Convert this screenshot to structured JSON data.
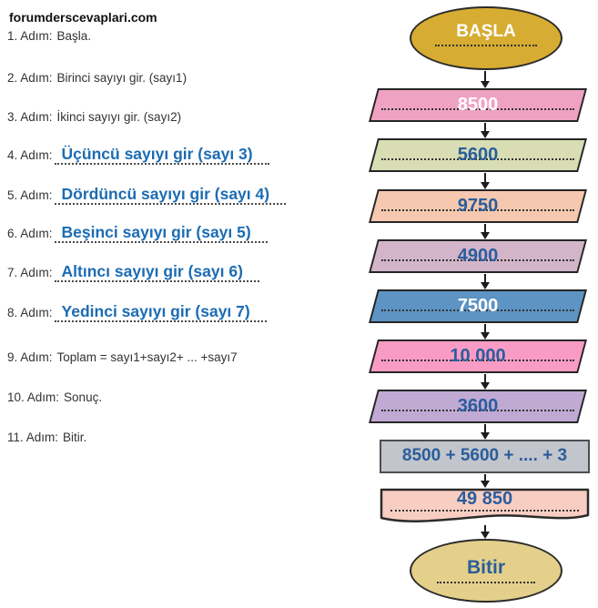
{
  "site": "forumderscevaplari.com",
  "steps": [
    {
      "label": "1. Adım:",
      "text": "Başla.",
      "handwritten": false
    },
    {
      "label": "2. Adım:",
      "text": "Birinci sayıyı gir. (sayı1)",
      "handwritten": false
    },
    {
      "label": "3. Adım:",
      "text": "İkinci sayıyı gir. (sayı2)",
      "handwritten": false
    },
    {
      "label": "4. Adım:",
      "text": "Üçüncü sayıyı gir (sayı 3)",
      "handwritten": true
    },
    {
      "label": "5. Adım:",
      "text": "Dördüncü sayıyı gir (sayı 4)",
      "handwritten": true
    },
    {
      "label": "6. Adım:",
      "text": "Beşinci sayıyı gir (sayı 5)",
      "handwritten": true
    },
    {
      "label": "7. Adım:",
      "text": "Altıncı sayıyı gir (sayı 6)",
      "handwritten": true
    },
    {
      "label": "8. Adım:",
      "text": "Yedinci sayıyı gir (sayı 7)",
      "handwritten": true
    },
    {
      "label": "9. Adım:",
      "text": "Toplam = sayı1+sayı2+ ... +sayı7",
      "handwritten": false
    },
    {
      "label": "10. Adım:",
      "text": "Sonuç.",
      "handwritten": false
    },
    {
      "label": "11. Adım:",
      "text": "Bitir.",
      "handwritten": false
    }
  ],
  "flowchart": {
    "start": {
      "label": "BAŞLA",
      "fill": "#d6ac32",
      "text_color": "#ffffff"
    },
    "inputs": [
      {
        "value": "8500",
        "fill": "#f0a2c2",
        "text_color": "#ffffff"
      },
      {
        "value": "5600",
        "fill": "#d8ddb3",
        "text_color": "#2a5d9c"
      },
      {
        "value": "9750",
        "fill": "#f5c8af",
        "text_color": "#2a5d9c"
      },
      {
        "value": "4900",
        "fill": "#d3b5c9",
        "text_color": "#2a5d9c"
      },
      {
        "value": "7500",
        "fill": "#5d94c3",
        "text_color": "#ffffff"
      },
      {
        "value": "10 000",
        "fill": "#f99cc5",
        "text_color": "#2a5d9c"
      },
      {
        "value": "3600",
        "fill": "#c0aad4",
        "text_color": "#2a5d9c"
      }
    ],
    "process": {
      "label": "8500 + 5600 + .... + 3",
      "fill": "#c2c5cb",
      "text_color": "#2a5d9c"
    },
    "output": {
      "value": "49 850",
      "fill": "#f8cec3",
      "text_color": "#2a5d9c"
    },
    "end": {
      "label": "Bitir",
      "fill": "#e4d08a",
      "text_color": "#2a5d9c"
    }
  },
  "colors": {
    "handwriting_blue": "#1c6cb3",
    "ink": "#333333"
  }
}
